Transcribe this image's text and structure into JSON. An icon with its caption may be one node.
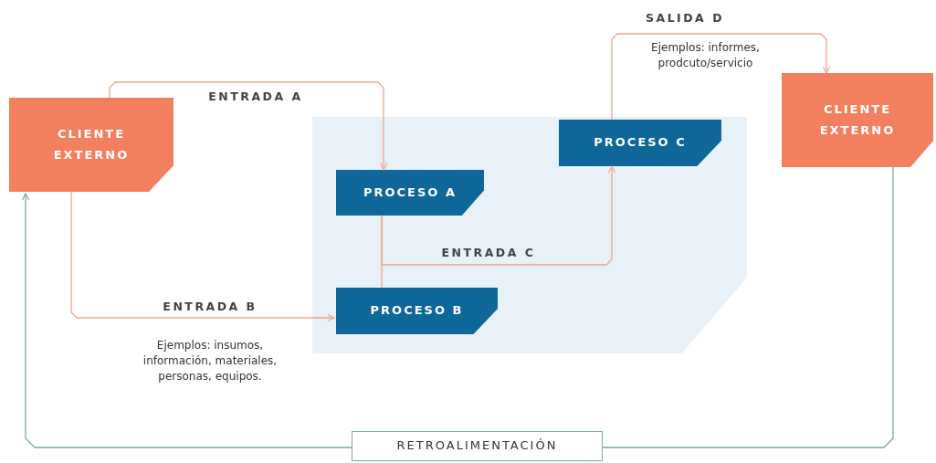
{
  "diagram": {
    "nodes": [
      {
        "text": [],
        "shape": "box"
      },
      {
        "text": [
          "CLIENTE EXTERNO"
        ]
      },
      {
        "text": [
          "PROCESO A"
        ],
        "in": 0
      },
      {
        "text": [
          "PROCESO B"
        ],
        "in": 0
      },
      {
        "text": [
          "PROCESO C"
        ],
        "in": 0
      },
      {
        "text": [
          "CLIENTE EXTERNO"
        ]
      },
      {
        "text": [
          "RETROALIMENTACIÓN"
        ]
      }
    ],
    "edges": [
      {
        "from": 1,
        "to": 2,
        "arrow": "to",
        "label": "ENTRADA A"
      },
      {
        "from": 1,
        "to": 3,
        "arrow": "to",
        "label": "ENTRADA B"
      },
      {
        "from": 2,
        "to": 3,
        "arrow": "none"
      },
      {
        "from": 2,
        "to": 4,
        "arrow": "to",
        "label": "ENTRADA C"
      },
      {
        "from": 4,
        "to": 5,
        "arrow": "to",
        "label": "SALIDA D"
      },
      {
        "from": 5,
        "to": 6,
        "arrow": "none",
        "color": "#7fa8a3"
      },
      {
        "from": 6,
        "to": 1,
        "arrow": "to",
        "color": "#7fa8a3"
      }
    ],
    "labels": [
      "Ejemplos: insumos, información, materiales, personas, equipos.",
      "Ejemplos: informes, prodcuto/servicio"
    ]
  }
}
